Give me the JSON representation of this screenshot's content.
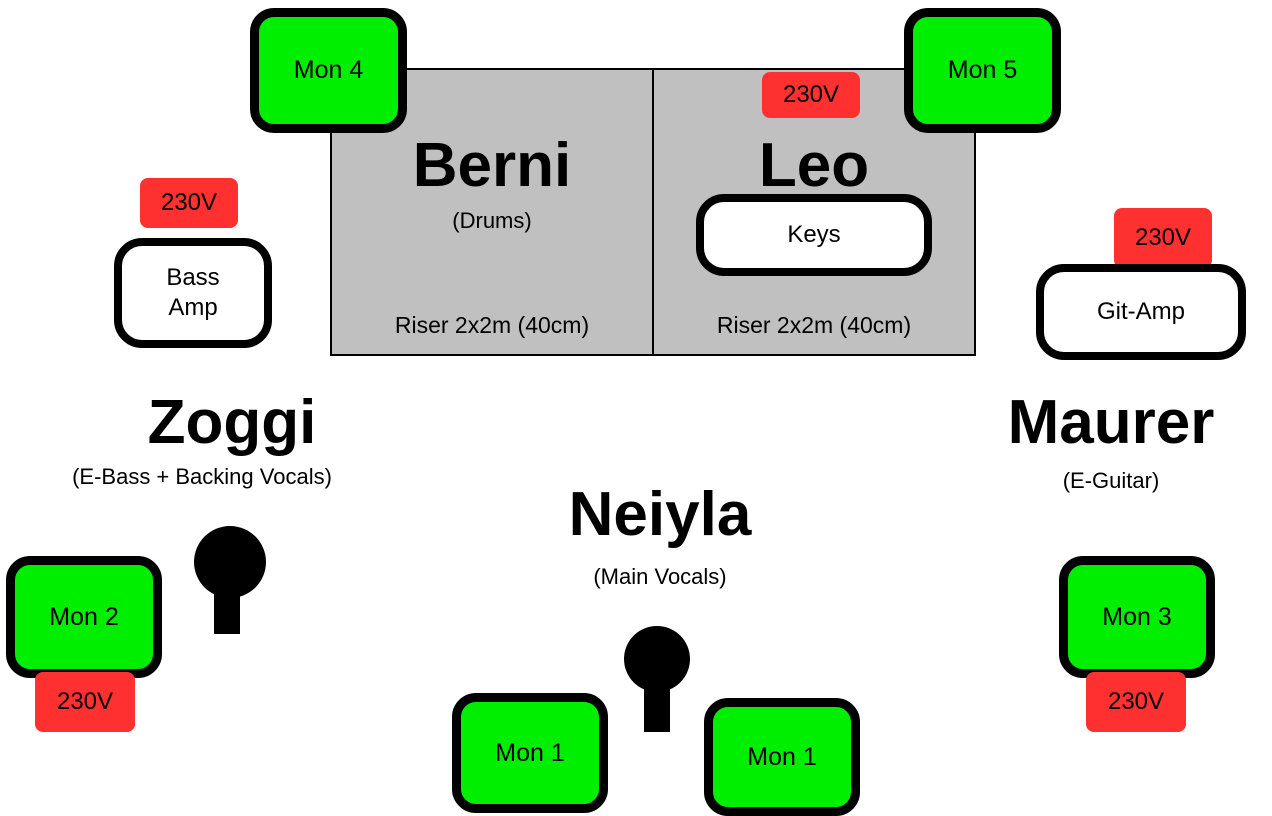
{
  "colors": {
    "monitor": "#00ee00",
    "power": "#ff3030",
    "riser": "#c0c0c0",
    "amp": "#ffffff"
  },
  "risers": [
    {
      "name": "Berni",
      "role": "(Drums)",
      "label": "Riser 2x2m (40cm)"
    },
    {
      "name": "Leo",
      "label": "Riser 2x2m (40cm)",
      "instrument": "Keys",
      "power": "230V"
    }
  ],
  "monitors": {
    "mon4": "Mon 4",
    "mon5": "Mon 5",
    "mon2": "Mon 2",
    "mon3": "Mon 3",
    "mon1a": "Mon 1",
    "mon1b": "Mon 1"
  },
  "amps": {
    "bass": "Bass\nAmp",
    "git": "Git-Amp"
  },
  "power": {
    "bass": "230V",
    "git": "230V",
    "mon2": "230V",
    "mon3": "230V"
  },
  "musicians": {
    "zoggi": {
      "name": "Zoggi",
      "role": "(E-Bass + Backing Vocals)"
    },
    "maurer": {
      "name": "Maurer",
      "role": "(E-Guitar)"
    },
    "neiyla": {
      "name": "Neiyla",
      "role": "(Main Vocals)"
    }
  },
  "icons": {
    "mic": "microphone-icon"
  }
}
